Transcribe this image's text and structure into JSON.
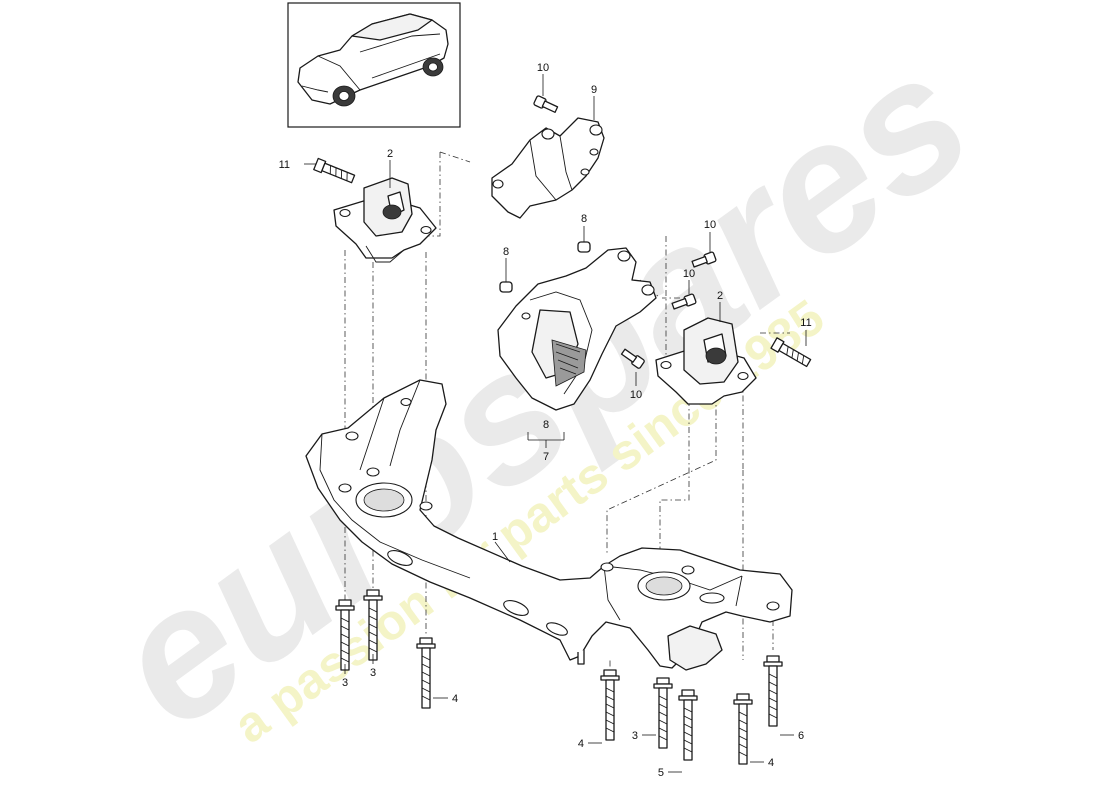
{
  "watermark": {
    "brand": "eurospares",
    "tagline": "a passion for parts since 1985",
    "brand_color": "#d9d9d9",
    "tagline_color": "#ecec9a"
  },
  "callouts": {
    "mount_left": "2",
    "mount_right": "2",
    "bolt_11_left": "11",
    "bolt_11_right": "11",
    "bracket_top": "9",
    "bolt_10_top": "10",
    "bolt_10_a": "10",
    "bolt_10_b": "10",
    "bolt_10_c": "10",
    "stud_8_a": "8",
    "stud_8_b": "8",
    "bracket_group_8": "8",
    "bracket_group_7": "7",
    "subframe": "1",
    "bolt_3_a": "3",
    "bolt_3_b": "3",
    "bolt_3_c": "3",
    "bolt_4_a": "4",
    "bolt_4_b": "4",
    "bolt_4_c": "4",
    "bolt_5": "5",
    "bolt_6": "6"
  }
}
